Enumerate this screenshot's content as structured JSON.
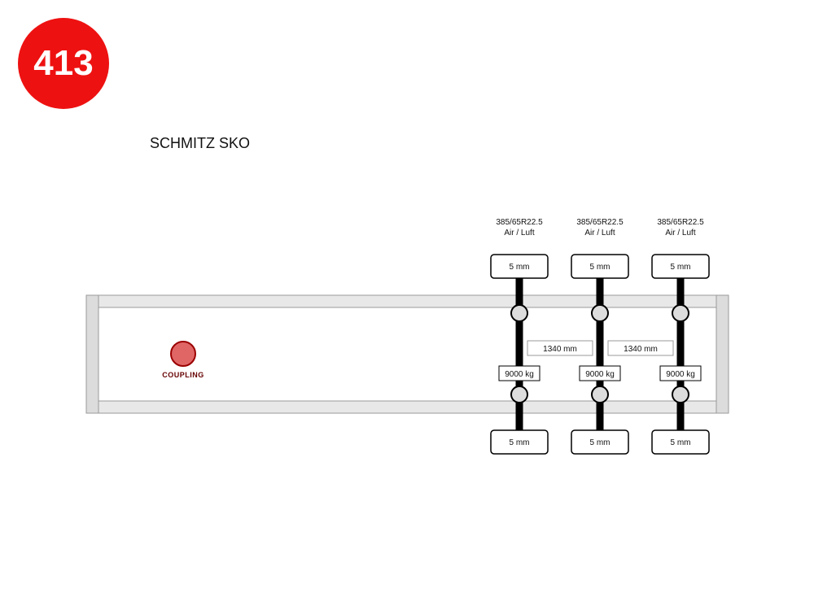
{
  "badge": {
    "number": "413",
    "color": "#ee1111"
  },
  "title": "SCHMITZ SKO",
  "coupling": {
    "label": "COUPLING",
    "color": "#e06666",
    "text_color": "#660000"
  },
  "axles": [
    {
      "tyre": "385/65R22.5",
      "suspension": "Air / Luft",
      "top_gap": "5 mm",
      "bottom_gap": "5 mm",
      "load": "9000 kg"
    },
    {
      "tyre": "385/65R22.5",
      "suspension": "Air / Luft",
      "top_gap": "5 mm",
      "bottom_gap": "5 mm",
      "load": "9000 kg"
    },
    {
      "tyre": "385/65R22.5",
      "suspension": "Air / Luft",
      "top_gap": "5 mm",
      "bottom_gap": "5 mm",
      "load": "9000 kg"
    }
  ],
  "spacings": [
    "1340 mm",
    "1340 mm"
  ],
  "colors": {
    "frame": "#e8e8e8",
    "frame_border": "#9a9a9a",
    "axle": "#000000",
    "hub": "#dddddd"
  }
}
